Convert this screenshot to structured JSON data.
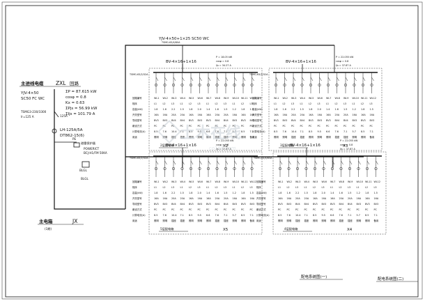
{
  "colors": {
    "line": "#111111",
    "bg": "#ffffff",
    "watermark": "#c7cfd6"
  },
  "incoming": {
    "title": "主进线电缆",
    "box_code": "ZXL",
    "box_suffix": "回路",
    "cable": "YJV-4×50",
    "cable_lay": "SC50 FC WC",
    "breaker": "TSMG3-230/3300",
    "breaker_sub": "Ir=125 A",
    "breaker_rating": "125A",
    "params": [
      "ΣP = 87.615 kW",
      "cosφ = 0.8",
      "Kx = 0.63",
      "ΣPjs = 56.99 kW",
      "ΣIjs = 101.79 A"
    ],
    "meter": "LH-125A/5A",
    "meter_sub": "DT862-15(6)",
    "pe_label": "PE",
    "surge": "避雷保护器",
    "pwr_label": "POWERICT",
    "pwr_sub": "BCJ-H1/FM 50KA",
    "grounding": "BLGL",
    "box_name": "JX",
    "box_note": "主电箱",
    "box_note2": "(1期)"
  },
  "main_feed": "YJV-4×50+1×25  SC50  WC",
  "main_feed_sub": "TSMG-63/4/80A",
  "panels": [
    {
      "id": "X2",
      "cable": "BV-4×16+1×16",
      "p1": "P = 18.05 kW",
      "p2": "cosφ = 0.8",
      "p3": "Ijs = 34.27 A",
      "name": "2层配电箱",
      "tag": "X2",
      "breaker": "TSMG-63/2/32A"
    },
    {
      "id": "X3",
      "cable": "BV-4×16+1×16",
      "p1": "P = 22.055 kW",
      "p2": "cosφ = 0.8",
      "p3": "Ijs = 37.87 A",
      "name": "3层配电箱",
      "tag": "X3",
      "breaker": "TSMG-63/2/32A"
    },
    {
      "id": "X5",
      "cable": "BV-4×16+1×16",
      "p1": "P = 22.055 kW",
      "p2": "cosφ = 0.8",
      "p3": "Ijs = 37.87 A",
      "name": "5层配电箱",
      "tag": "X5",
      "breaker": "TSMG-63/2/32A"
    },
    {
      "id": "X4",
      "cable": "BV-4×16+1×16",
      "p1": "P = 22.055 kW",
      "p2": "cosφ = 0.8",
      "p3": "Ijs = 37.87 A",
      "name": "4层配电箱",
      "tag": "X4",
      "breaker": "TSMG-63/4/63A"
    }
  ],
  "table_rows": [
    "回路编号",
    "相序",
    "容量(kW)",
    "开关型号",
    "导线型号",
    "敷设方式",
    "计算电流(A)",
    "用途"
  ],
  "table_values": {
    "circuits": [
      "WL1",
      "WL2",
      "WL3",
      "WL4",
      "WL5",
      "WL6",
      "WL7",
      "WL8",
      "WL9",
      "WL10",
      "WL11",
      "WL12"
    ],
    "phase": [
      "L1",
      "L2",
      "L3",
      "L1",
      "L2",
      "L3",
      "L1",
      "L2",
      "L3",
      "L1",
      "L2",
      "L3"
    ],
    "cap": [
      "1.8",
      "1.6",
      "2.2",
      "1.5",
      "1.8",
      "2.0",
      "1.4",
      "1.6",
      "1.5",
      "1.2",
      "1.8",
      "1.5"
    ],
    "model": [
      "16A",
      "16A",
      "20A",
      "20A",
      "16A",
      "16A",
      "16A",
      "20A",
      "20A",
      "16A",
      "16A",
      "16A"
    ],
    "wire": [
      "BV3",
      "BV3",
      "BV4",
      "BV4",
      "BV3",
      "BV3",
      "BV3",
      "BV4",
      "BV4",
      "BV3",
      "BV3",
      "BV3"
    ],
    "lay": [
      "PC",
      "PC",
      "PC",
      "PC",
      "PC",
      "PC",
      "PC",
      "PC",
      "PC",
      "PC",
      "PC",
      "PC"
    ],
    "cur": [
      "8.5",
      "7.6",
      "10.4",
      "7.1",
      "8.5",
      "9.5",
      "6.6",
      "7.6",
      "7.1",
      "5.7",
      "8.5",
      "7.1"
    ],
    "use": [
      "照明",
      "照明",
      "插座",
      "插座",
      "照明",
      "照明",
      "照明",
      "插座",
      "插座",
      "照明",
      "照明",
      "备用"
    ]
  },
  "watermark": "土木在线",
  "watermark_sub": "co188.com",
  "footer_1": "配电系统图(一)",
  "footer_2": "配电系统图(二)"
}
